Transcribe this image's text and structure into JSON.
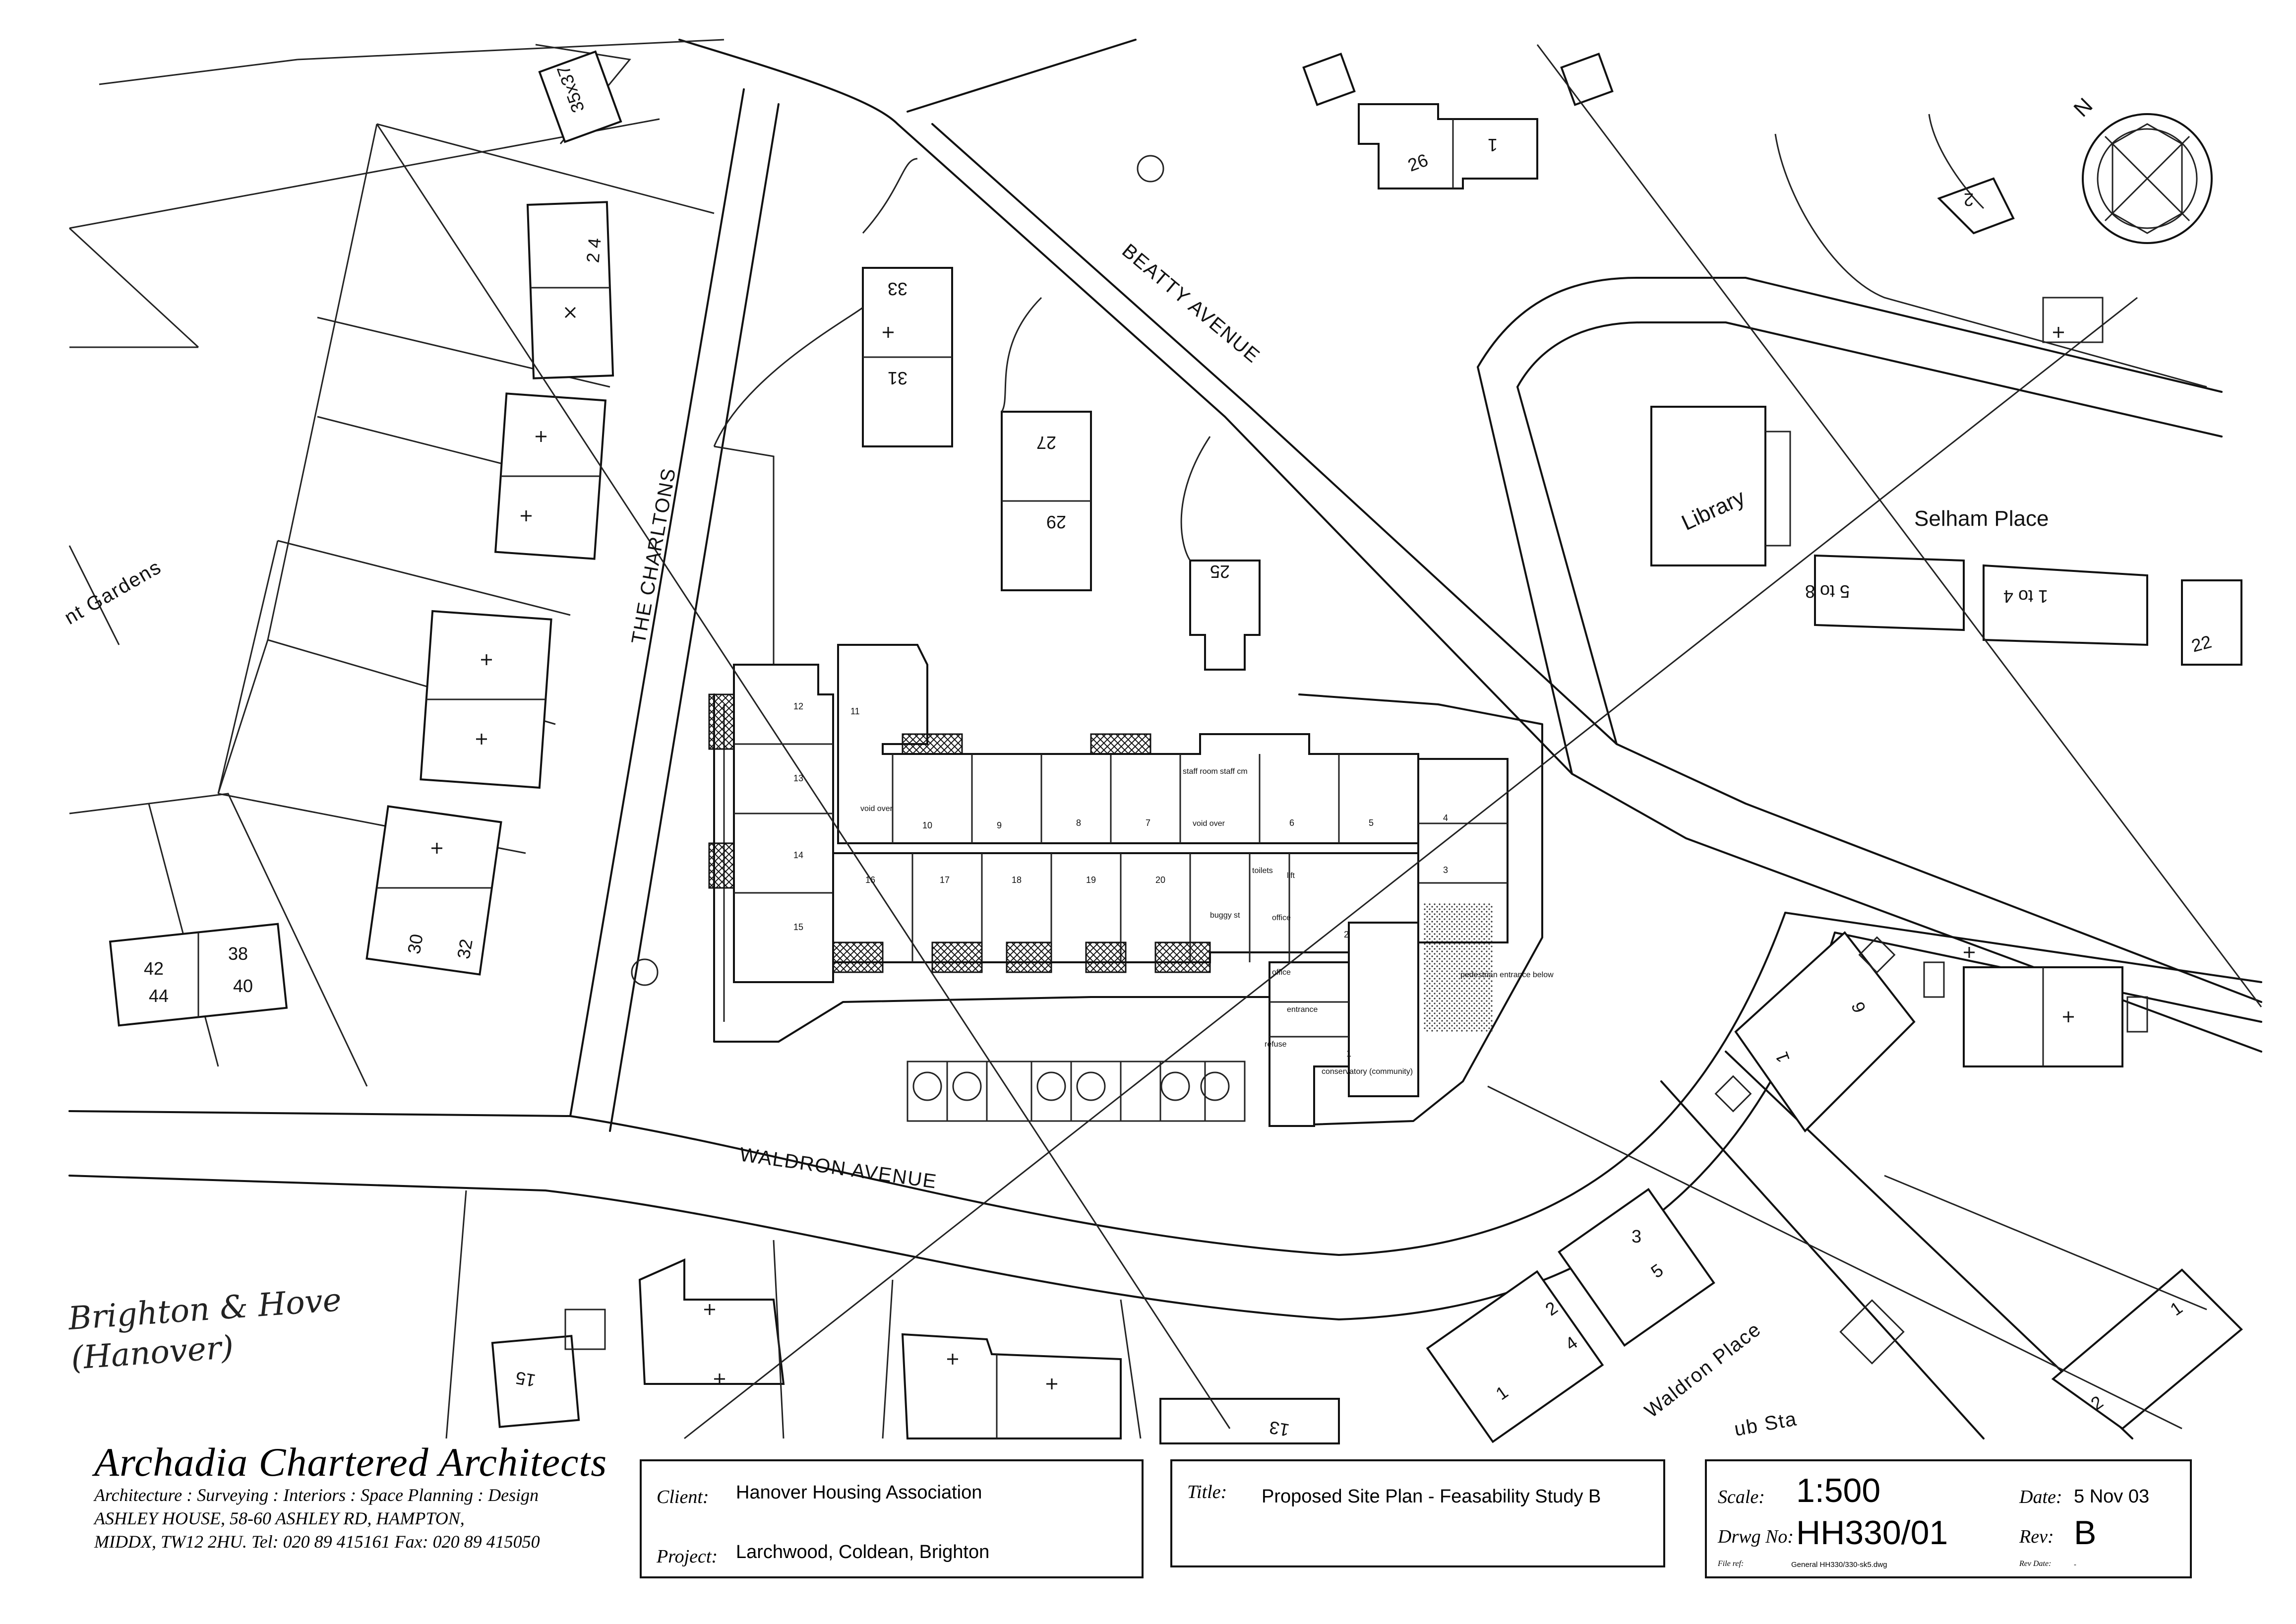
{
  "roads": {
    "beatty": "BEATTY AVENUE",
    "charltons": "THE CHARLTONS",
    "waldron_avenue": "WALDRON AVENUE",
    "waldron_place": "Waldron Place",
    "selham": "Selham Place",
    "gardens": "nt Gardens",
    "partial_bottom": "ub Sta"
  },
  "places": {
    "library": "Library"
  },
  "north_arrow": "N",
  "plot_numbers": {
    "p35_37": "35x37",
    "p2_4": "2    4",
    "p33": "33",
    "p31": "31",
    "p26": "26",
    "p1_top": "1",
    "p27": "27",
    "p29": "29",
    "p25": "25",
    "p2_right": "2",
    "p5to8": "5 to 8",
    "p1to4": "1 to 4",
    "p22": "22",
    "p30": "30",
    "p32": "32",
    "p42": "42",
    "p44": "44",
    "p38": "38",
    "p40": "40",
    "p6": "6",
    "p1_mid": "1",
    "p3": "3",
    "p5": "5",
    "p2": "2",
    "p4": "4",
    "p1_low": "1",
    "p15": "15",
    "p13": "13",
    "p1_corner": "1",
    "p2_corner": "2"
  },
  "units": [
    "12",
    "11",
    "13",
    "14",
    "15",
    "10",
    "9",
    "8",
    "7",
    "6",
    "5",
    "4",
    "3",
    "2",
    "1",
    "16",
    "17",
    "18",
    "19",
    "20"
  ],
  "rooms": {
    "staff_room": "staff room",
    "staff_cm": "staff cm",
    "void_over_a": "void over",
    "void_over_b": "void over",
    "toilets": "toilets",
    "lift": "lift",
    "office_a": "office",
    "office_b": "office",
    "buggy": "buggy st",
    "entrance": "entrance",
    "refuse": "refuse",
    "conservatory": "conservatory (community)",
    "pedestrian": "pedestrian entrance below"
  },
  "handwritten": {
    "line1": "Brighton & Hove",
    "line2": "(Hanover)"
  },
  "firm": {
    "name": "Archadia  Chartered  Architects",
    "services": "Architecture : Surveying : Interiors : Space Planning : Design",
    "address1": "ASHLEY HOUSE,  58-60 ASHLEY RD,  HAMPTON,",
    "address2": "MIDDX,  TW12 2HU.  Tel: 020 89 415161   Fax: 020 89 415050"
  },
  "title_block": {
    "client_label": "Client:",
    "client": "Hanover Housing Association",
    "project_label": "Project:",
    "project": "Larchwood, Coldean, Brighton",
    "title_label": "Title:",
    "title": "Proposed Site Plan - Feasability Study B",
    "scale_label": "Scale:",
    "scale": "1:500",
    "drwg_label": "Drwg No:",
    "drwg": "HH330/01",
    "date_label": "Date:",
    "date": "5 Nov 03",
    "rev_label": "Rev:",
    "rev": "B",
    "file_label": "File ref:",
    "file": "General HH330/330-sk5.dwg",
    "rev_date_label": "Rev Date:",
    "rev_date": "-"
  }
}
